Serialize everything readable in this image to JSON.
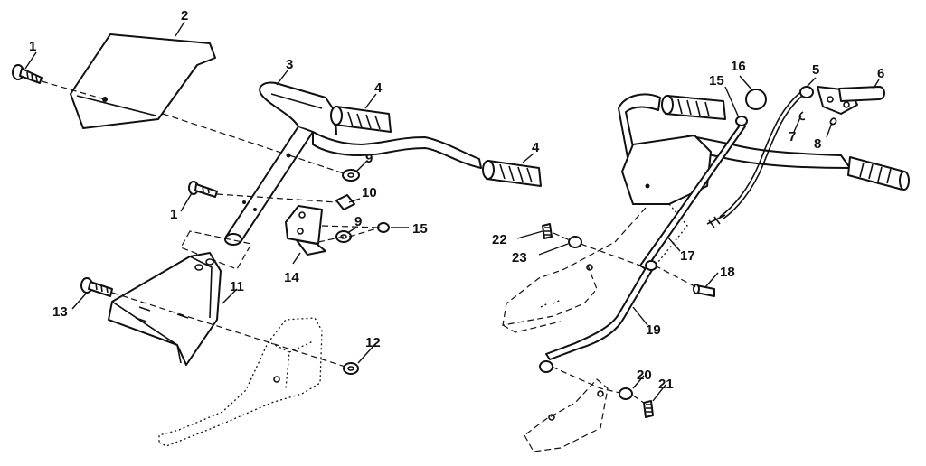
{
  "diagram": {
    "callouts": [
      {
        "id": "c1a",
        "text": "1"
      },
      {
        "id": "c2",
        "text": "2"
      },
      {
        "id": "c3",
        "text": "3"
      },
      {
        "id": "c4a",
        "text": "4"
      },
      {
        "id": "c4b",
        "text": "4"
      },
      {
        "id": "c9a",
        "text": "9"
      },
      {
        "id": "c10",
        "text": "10"
      },
      {
        "id": "c1b",
        "text": "1"
      },
      {
        "id": "c9b",
        "text": "9"
      },
      {
        "id": "c15a",
        "text": "15"
      },
      {
        "id": "c14",
        "text": "14"
      },
      {
        "id": "c11",
        "text": "11"
      },
      {
        "id": "c13",
        "text": "13"
      },
      {
        "id": "c12",
        "text": "12"
      },
      {
        "id": "c16",
        "text": "16"
      },
      {
        "id": "c15b",
        "text": "15"
      },
      {
        "id": "c5",
        "text": "5"
      },
      {
        "id": "c6",
        "text": "6"
      },
      {
        "id": "c7",
        "text": "7"
      },
      {
        "id": "c8",
        "text": "8"
      },
      {
        "id": "c22",
        "text": "22"
      },
      {
        "id": "c23",
        "text": "23"
      },
      {
        "id": "c17",
        "text": "17"
      },
      {
        "id": "c18",
        "text": "18"
      },
      {
        "id": "c19",
        "text": "19"
      },
      {
        "id": "c20",
        "text": "20"
      },
      {
        "id": "c21",
        "text": "21"
      }
    ]
  }
}
